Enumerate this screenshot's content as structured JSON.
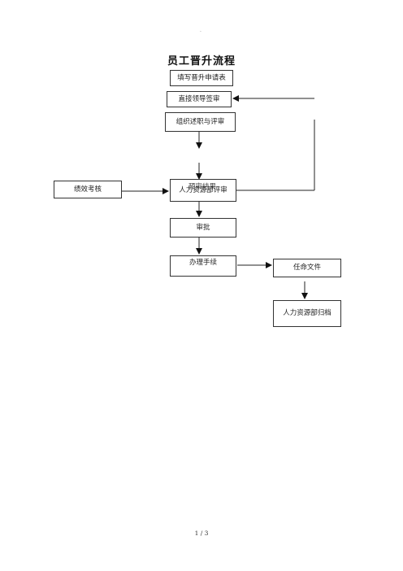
{
  "header_mark": ".",
  "title": "员工晋升流程",
  "boxes": {
    "fill_form": "填写晋升申请表",
    "leader_sign": "直接领导签审",
    "report_review": "组织述职与评审",
    "performance": "绩效考核",
    "hr_review": "人力资源部评审",
    "hr_review_overlap": "预审结果",
    "approve": "审批",
    "procedures": "办理手续",
    "appointment": "任命文件",
    "hr_archive": "人力资源部归档"
  },
  "footer": {
    "page": "1",
    "separator": "/",
    "total": "3"
  }
}
